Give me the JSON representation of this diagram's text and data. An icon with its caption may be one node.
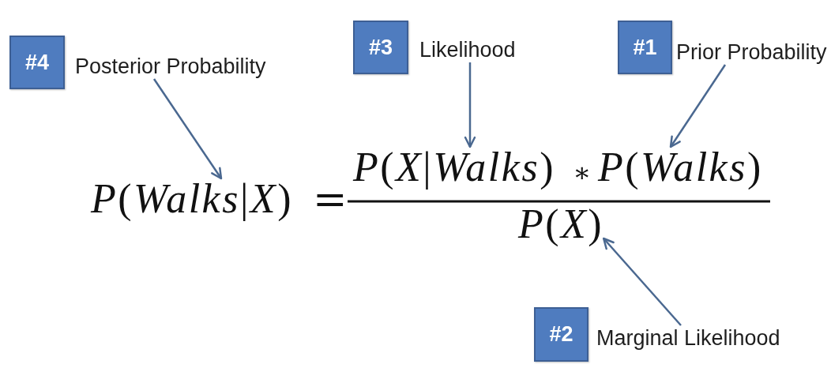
{
  "diagram": {
    "nodes": [
      {
        "text": [
          "#4"
        ]
      },
      {
        "text": [
          "Posterior Probability"
        ]
      },
      {
        "text": [
          "#3"
        ]
      },
      {
        "text": [
          "Likelihood"
        ]
      },
      {
        "text": [
          "#1"
        ]
      },
      {
        "text": [
          "Prior Probability"
        ]
      },
      {
        "text": [
          "P(Walks|X)"
        ]
      },
      {
        "text": [
          "P(X|Walks)"
        ]
      },
      {
        "text": [
          "P(Walks)"
        ]
      },
      {
        "text": [
          "P(X)"
        ]
      },
      {
        "text": [
          "#2"
        ]
      },
      {
        "text": [
          "Marginal Likelihood"
        ]
      }
    ],
    "edges": [
      {
        "from": 1,
        "to": 6,
        "arrow": "to"
      },
      {
        "from": 3,
        "to": 7,
        "arrow": "to"
      },
      {
        "from": 5,
        "to": 8,
        "arrow": "to"
      },
      {
        "from": 11,
        "to": 9,
        "arrow": "to"
      }
    ],
    "labels": [
      "=",
      "∗"
    ]
  }
}
